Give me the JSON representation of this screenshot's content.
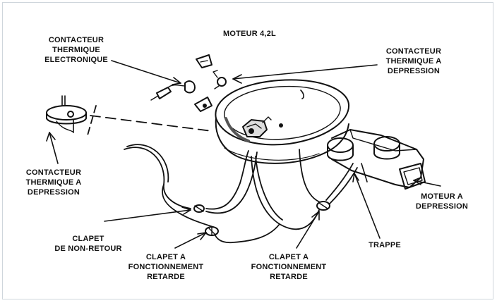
{
  "diagram": {
    "title": "MOTEUR 4,2L",
    "labels": {
      "contacteur_thermique_electronique": [
        "CONTACTEUR",
        "THERMIQUE",
        "ELECTRONIQUE"
      ],
      "contacteur_thermique_depression_top": [
        "CONTACTEUR",
        "THERMIQUE A",
        "DEPRESSION"
      ],
      "contacteur_thermique_depression_left": [
        "CONTACTEUR",
        "THERMIQUE A",
        "DEPRESSION"
      ],
      "clapet_non_retour": [
        "CLAPET",
        "DE NON-RETOUR"
      ],
      "clapet_fonctionnement_retarde_1": [
        "CLAPET A",
        "FONCTIONNEMENT",
        "RETARDE"
      ],
      "clapet_fonctionnement_retarde_2": [
        "CLAPET A",
        "FONCTIONNEMENT",
        "RETARDE"
      ],
      "trappe": [
        "TRAPPE"
      ],
      "moteur_depression": [
        "MOTEUR A",
        "DEPRESSION"
      ]
    }
  }
}
